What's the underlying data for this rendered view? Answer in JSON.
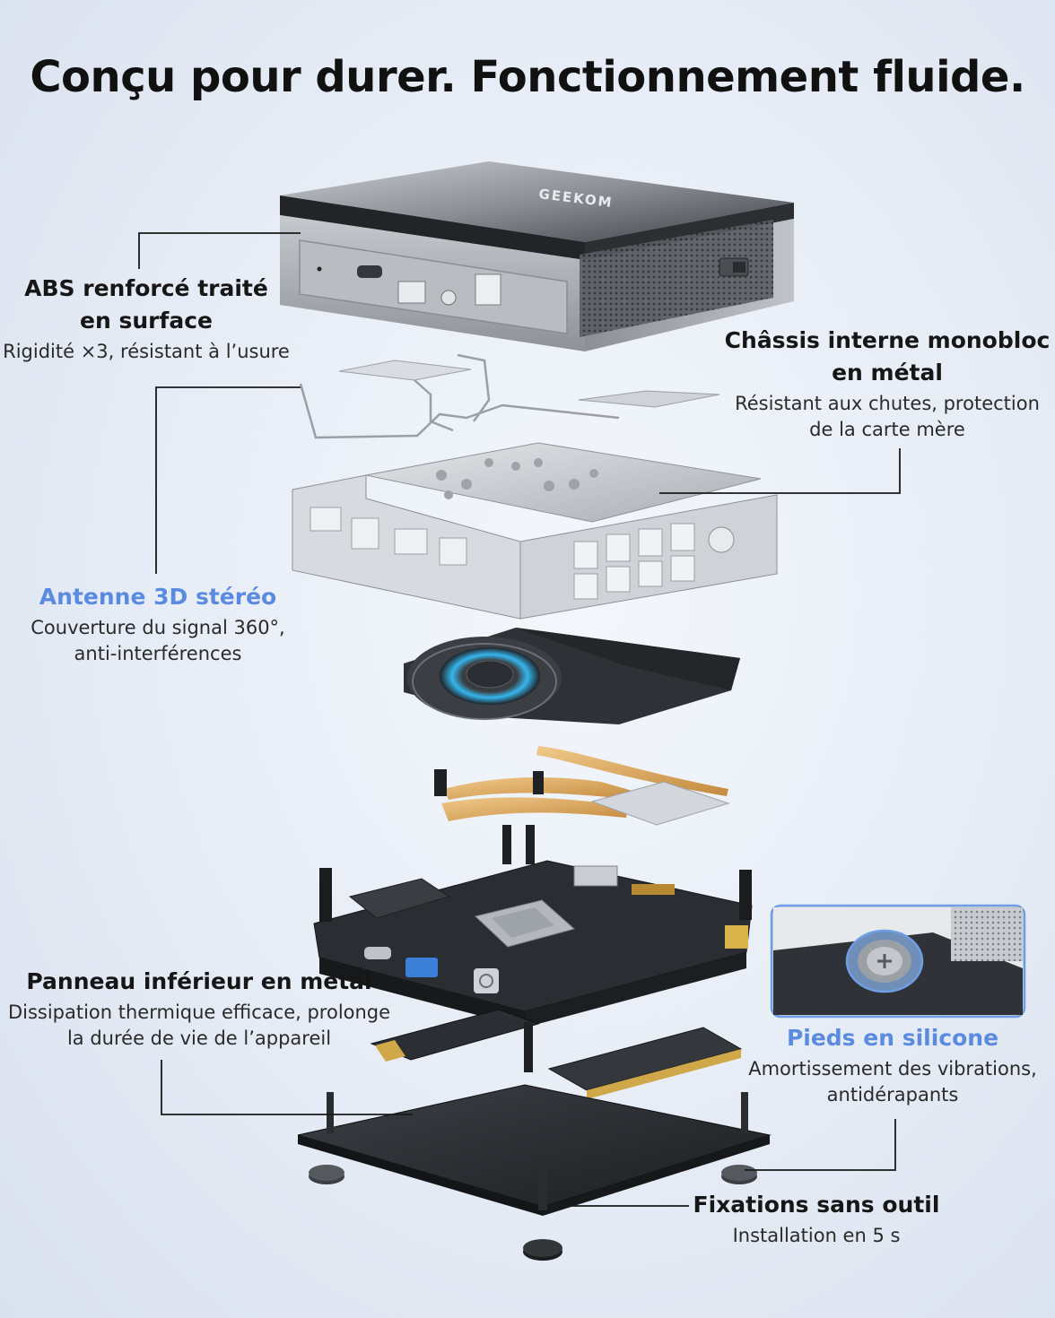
{
  "headline": "Conçu pour durer. Fonctionnement fluide.",
  "features": {
    "abs": {
      "title_line1": "ABS renforcé traité",
      "title_line2": "en surface",
      "desc": "Rigidité ×3, résistant à l’usure"
    },
    "chassis": {
      "title_line1": "Châssis interne monobloc",
      "title_line2": "en métal",
      "desc_line1": "Résistant aux chutes, protection",
      "desc_line2": "de la carte mère"
    },
    "antenna": {
      "title": "Antenne 3D stéréo",
      "desc_line1": "Couverture du signal 360°,",
      "desc_line2": "anti-interférences"
    },
    "bottom_panel": {
      "title": "Panneau inférieur en métal",
      "desc_line1": "Dissipation thermique efficace, prolonge",
      "desc_line2": "la durée de vie de l’appareil"
    },
    "feet": {
      "title": "Pieds en silicone",
      "desc_line1": "Amortissement des vibrations,",
      "desc_line2": "antidérapants"
    },
    "fixings": {
      "title": "Fixations sans outil",
      "desc": "Installation en 5 s"
    }
  },
  "device": {
    "brand": "GEEKOM"
  },
  "colors": {
    "accent_blue": "#5b8be0",
    "fan_glow": "#36b6ee",
    "copper": "#d9a35a",
    "pcb": "#2a2d31"
  }
}
